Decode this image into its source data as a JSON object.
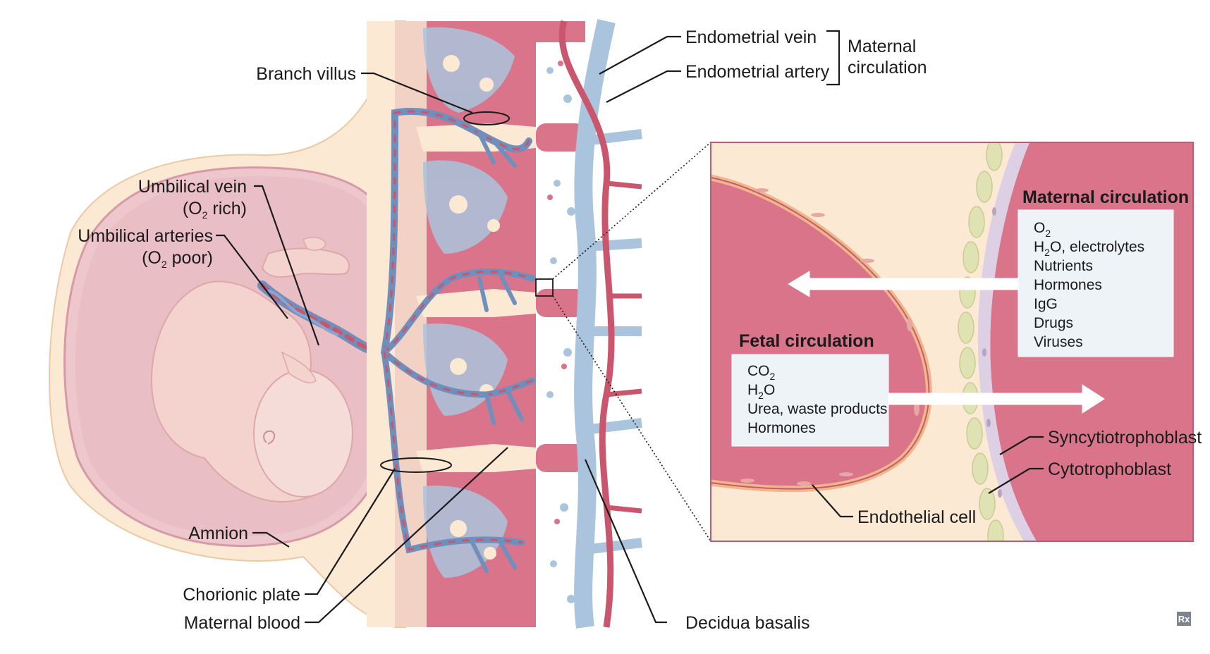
{
  "labels": {
    "branch_villus": "Branch villus",
    "umbilical_vein": "Umbilical vein",
    "umbilical_vein_note": {
      "pre": "(O",
      "sub": "2",
      "post": " rich)"
    },
    "umbilical_arteries": "Umbilical arteries",
    "umbilical_arteries_note": {
      "pre": "(O",
      "sub": "2",
      "post": " poor)"
    },
    "amnion": "Amnion",
    "chorionic_plate": "Chorionic plate",
    "maternal_blood": "Maternal blood",
    "decidua_basalis": "Decidua basalis",
    "endometrial_vein": "Endometrial vein",
    "endometrial_artery": "Endometrial artery",
    "maternal_circulation_group": [
      "Maternal",
      "circulation"
    ],
    "syncytiotrophoblast": "Syncytiotrophoblast",
    "cytotrophoblast": "Cytotrophoblast",
    "endothelial_cell": "Endothelial cell"
  },
  "inset": {
    "maternal_title": "Maternal circulation",
    "maternal_items": [
      {
        "pre": "O",
        "sub": "2",
        "post": ""
      },
      {
        "pre": "H",
        "sub": "2",
        "post": "O, electrolytes"
      },
      {
        "pre": "Nutrients",
        "sub": "",
        "post": ""
      },
      {
        "pre": "Hormones",
        "sub": "",
        "post": ""
      },
      {
        "pre": "IgG",
        "sub": "",
        "post": ""
      },
      {
        "pre": "Drugs",
        "sub": "",
        "post": ""
      },
      {
        "pre": "Viruses",
        "sub": "",
        "post": ""
      }
    ],
    "fetal_title": "Fetal circulation",
    "fetal_items": [
      {
        "pre": "CO",
        "sub": "2",
        "post": ""
      },
      {
        "pre": "H",
        "sub": "2",
        "post": "O"
      },
      {
        "pre": "Urea, waste products",
        "sub": "",
        "post": ""
      },
      {
        "pre": "Hormones",
        "sub": "",
        "post": ""
      }
    ]
  },
  "logo": "Rx",
  "colors": {
    "maternal_blood": "#d9748b",
    "maternal_blood_dark": "#c85a72",
    "vein_blue": "#a9c4dc",
    "vein_blue_dark": "#6f8fbd",
    "artery_red": "#c9566c",
    "tissue_cream": "#fbe9d4",
    "fetus_pink": "#f4d3cf",
    "amnion_fill": "#e6bec4",
    "cyto_green": "#dfe2b2",
    "syncytio_lavender": "#ddd0e4",
    "inset_border": "#c2596c"
  }
}
